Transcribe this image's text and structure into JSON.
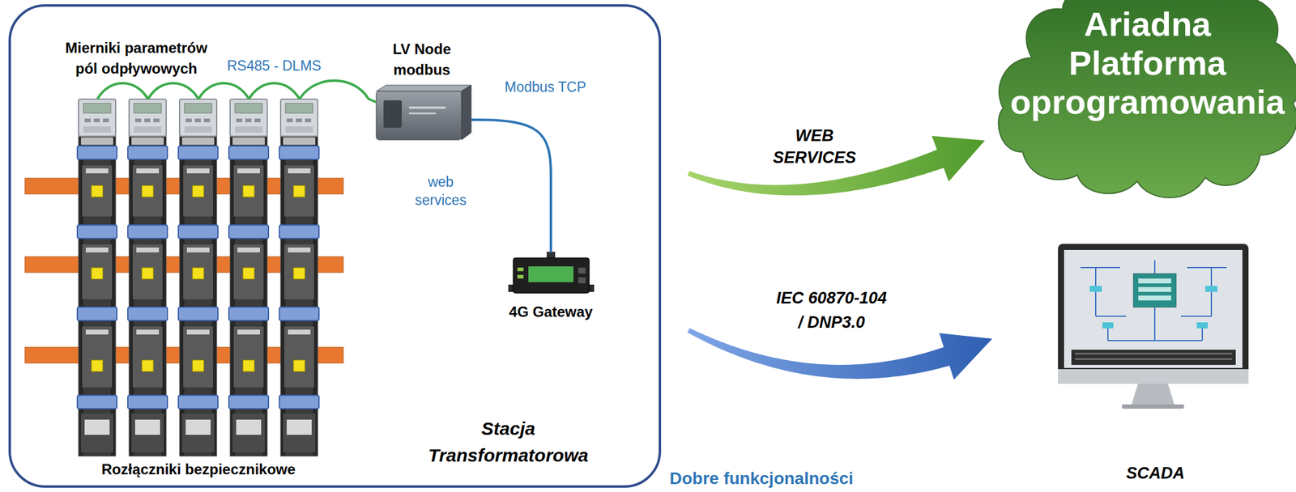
{
  "diagram": {
    "nodes": [
      {
        "text": [
          "Stacja Transformatorowa"
        ]
      },
      {
        "text": [
          "Mierniki parametrów pól odpływowych"
        ],
        "in": 0
      },
      {
        "text": [
          "Rozłączniki bezpiecznikowe"
        ],
        "in": 0
      },
      {
        "text": [
          "LV Node modbus"
        ],
        "in": 0
      },
      {
        "text": [
          "4G Gateway"
        ],
        "in": 0
      },
      {
        "text": [
          "Ariadna Platforma oprogramowania"
        ]
      },
      {
        "text": [
          "SCADA"
        ]
      }
    ],
    "edges": [
      {
        "from": 1,
        "to": 3,
        "label": "RS485 - DLMS",
        "arrow": "none"
      },
      {
        "from": 3,
        "to": 4,
        "label": "Modbus TCP",
        "arrow": "none"
      },
      {
        "from": 0,
        "to": 5,
        "label": "WEB SERVICES",
        "arrow": "to"
      },
      {
        "from": 0,
        "to": 6,
        "label": "IEC 60870-104 / DNP3.0",
        "arrow": "to"
      }
    ],
    "labels": [
      "web services",
      "Dobre funkcjonalności"
    ]
  }
}
